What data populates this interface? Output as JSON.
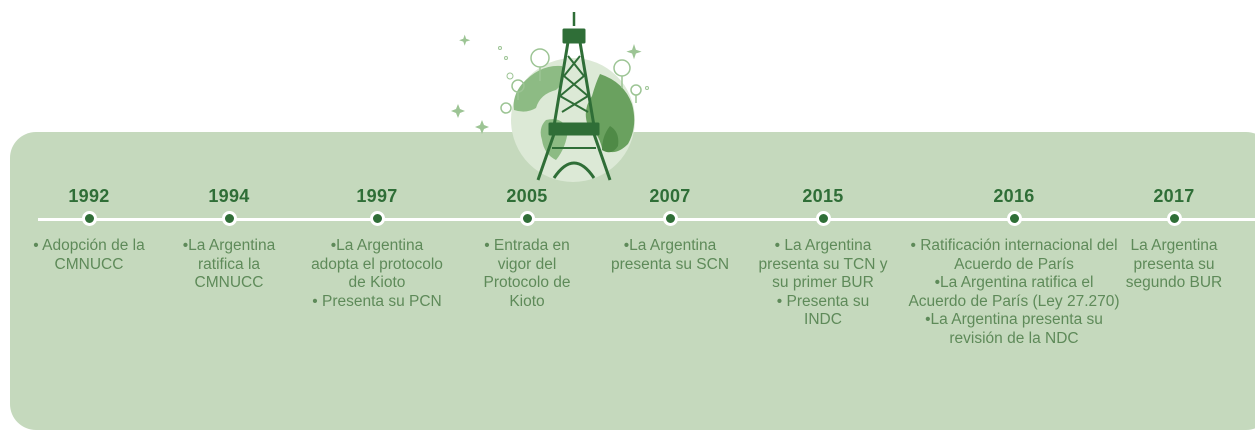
{
  "timeline": [
    {
      "year": "1992",
      "items": [
        "• Adopción de la CMNUCC"
      ]
    },
    {
      "year": "1994",
      "items": [
        "•La Argentina ratifica la CMNUCC"
      ]
    },
    {
      "year": "1997",
      "items": [
        "•La Argentina adopta el protocolo de Kioto",
        "• Presenta su PCN"
      ]
    },
    {
      "year": "2005",
      "items": [
        "• Entrada en vigor del Protocolo de Kioto"
      ]
    },
    {
      "year": "2007",
      "items": [
        "•La Argentina presenta su SCN"
      ]
    },
    {
      "year": "2015",
      "items": [
        "• La Argentina presenta su TCN y su primer BUR",
        "• Presenta su INDC"
      ]
    },
    {
      "year": "2016",
      "items": [
        "• Ratificación internacional del Acuerdo de París",
        "•La Argentina ratifica el Acuerdo de París (Ley 27.270)",
        "•La Argentina presenta su revisión de la NDC"
      ]
    },
    {
      "year": "2017",
      "items": [
        "La Argentina presenta su segundo BUR"
      ]
    }
  ],
  "colors": {
    "panel": "#c5d9bd",
    "year": "#2f6e37",
    "text": "#5e8a59",
    "globe_land": "#6aa15f",
    "globe_water": "#dce9d6",
    "tower": "#2f6e37"
  },
  "icons": [
    "eiffel-tower-icon",
    "globe-icon",
    "tree-icon",
    "sparkle-icon"
  ]
}
